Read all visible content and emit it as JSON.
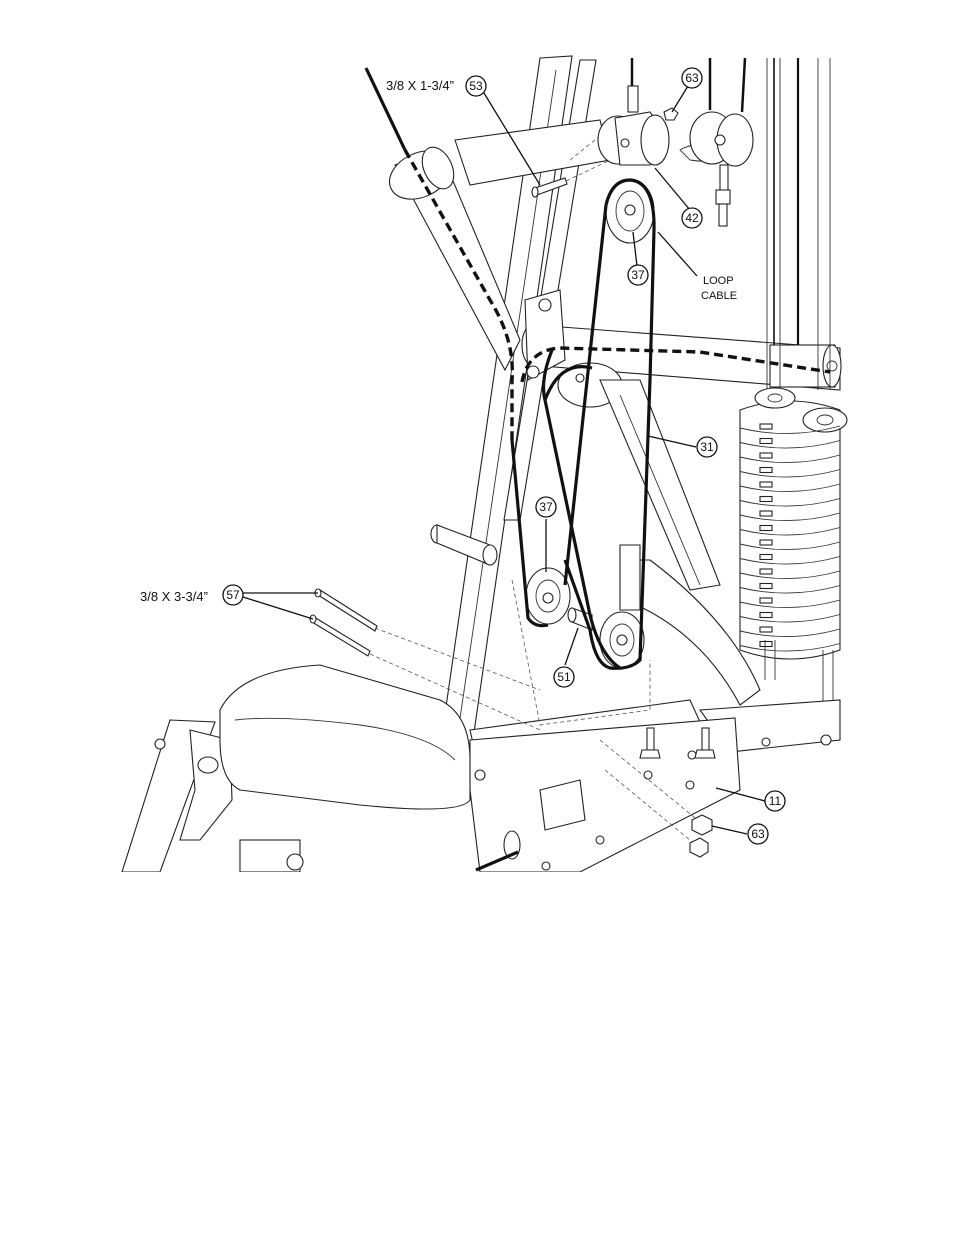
{
  "labels": {
    "bolt_53_spec": "3/8 X 1-3/4”",
    "bolt_57_spec": "3/8 X 3-3/4”",
    "loop_cable_line1": "LOOP",
    "loop_cable_line2": "CABLE"
  },
  "callouts": {
    "c53": "53",
    "c63_top": "63",
    "c42": "42",
    "c37_top": "37",
    "c31": "31",
    "c37_mid": "37",
    "c57": "57",
    "c51": "51",
    "c11": "11",
    "c63_bottom": "63"
  }
}
